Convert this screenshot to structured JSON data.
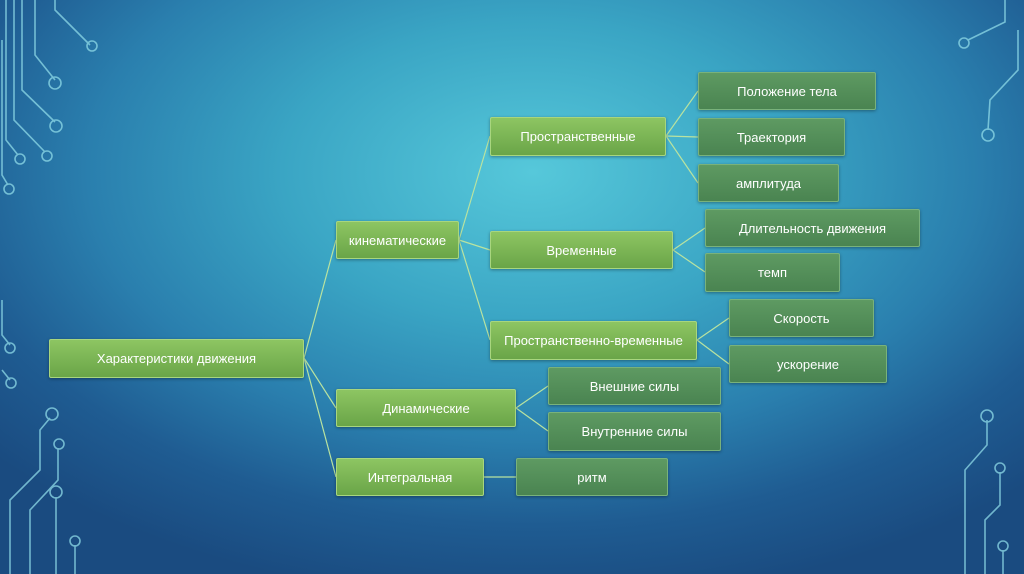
{
  "diagram": {
    "root": "Характеристики движения",
    "level1": {
      "kinematic": "кинематические",
      "dynamic": "Динамические",
      "integral": "Интегральная"
    },
    "level2": {
      "spatial": "Пространственные",
      "temporal": "Временные",
      "spatiotemporal": "Пространственно-временные"
    },
    "leaves": {
      "body_position": "Положение тела",
      "trajectory": "Траектория",
      "amplitude": "амплитуда",
      "duration": "Длительность движения",
      "tempo": "темп",
      "speed": "Скорость",
      "acceleration": "ускорение",
      "external_forces": "Внешние силы",
      "internal_forces": "Внутренние силы",
      "rhythm": "ритм"
    }
  },
  "colors": {
    "node_light": "#7fb857",
    "node_dark": "#548f5a",
    "connector": "#b9e3a0"
  }
}
